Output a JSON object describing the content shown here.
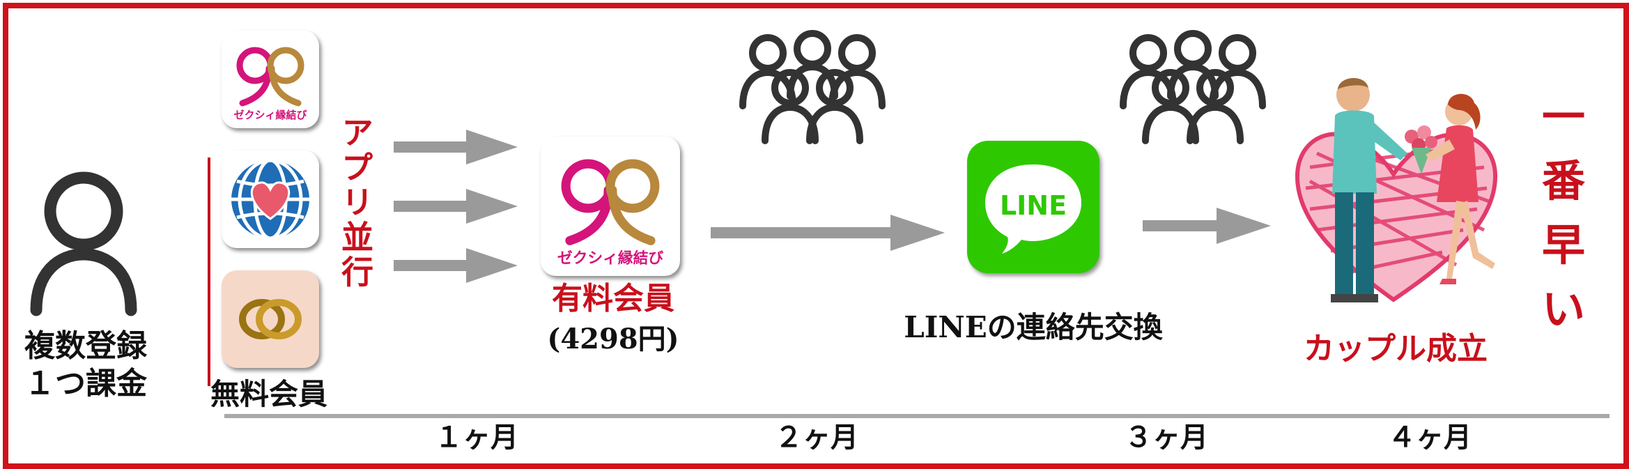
{
  "user": {
    "label_line1": "複数登録",
    "label_line2": "１つ課金"
  },
  "free_section": {
    "app_label": "ゼクシィ縁結び",
    "label": "無料会員",
    "parallel_label": "アプリ並行"
  },
  "paid_section": {
    "app_label": "ゼクシィ縁結び",
    "label": "有料会員",
    "price": "(4298円)"
  },
  "line_section": {
    "logo_text": "LINE",
    "label": "LINEの連絡先交換"
  },
  "couple_section": {
    "label": "カップル成立"
  },
  "side_label": {
    "chars": [
      "一",
      "番",
      "早",
      "い"
    ]
  },
  "timeline": {
    "months": [
      "１ヶ月",
      "２ヶ月",
      "３ヶ月",
      "４ヶ月"
    ]
  },
  "colors": {
    "accent_red": "#d0121b",
    "text_red": "#c8101c",
    "arrow_gray": "#9a9a9a",
    "icon_dark": "#333333",
    "line_green": "#2ec800",
    "xyz_pink": "#d4147a",
    "xyz_gold": "#b8883c"
  }
}
